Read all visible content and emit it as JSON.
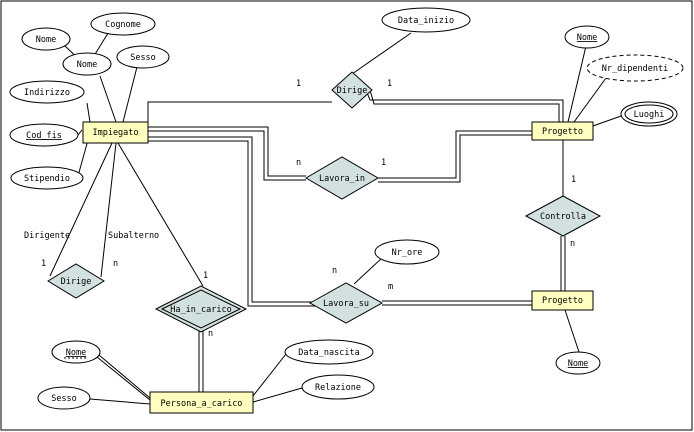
{
  "entities": {
    "impiegato": "Impiegato",
    "progetto_top": "Progetto",
    "progetto_bottom": "Progetto",
    "persona_a_carico": "Persona_a_carico"
  },
  "relationships": {
    "dirige_top": "Dirige",
    "lavora_in": "Lavora_in",
    "controlla": "Controlla",
    "dirige_self": "Dirige",
    "ha_in_carico": "Ha_in_carico",
    "lavora_su": "Lavora_su"
  },
  "attributes": {
    "nome_outer": "Nome",
    "cognome": "Cognome",
    "nome_inner": "Nome",
    "sesso_imp": "Sesso",
    "indirizzo": "Indirizzo",
    "cod_fis": "Cod_fis",
    "stipendio": "Stipendio",
    "data_inizio": "Data_inizio",
    "nome_progetto": "Nome",
    "nr_dipendenti": "Nr_dipendenti",
    "luoghi": "Luoghi",
    "nr_ore": "Nr_ore",
    "nome_progetto2": "Nome",
    "nome_persona": "Nome",
    "sesso_persona": "Sesso",
    "data_nascita": "Data_nascita",
    "relazione": "Relazione"
  },
  "cardinalities": {
    "dirige_imp": "1",
    "dirige_prog": "1",
    "lavora_in_imp": "n",
    "lavora_in_prog": "1",
    "controlla_top": "1",
    "controlla_bottom": "n",
    "dirige_self_left": "1",
    "dirige_self_right": "n",
    "ha_in_carico_imp": "1",
    "ha_in_carico_pers": "n",
    "lavora_su_imp": "n",
    "lavora_su_prog": "m"
  },
  "roles": {
    "dirigente": "Dirigente",
    "subalterno": "Subalterno"
  }
}
